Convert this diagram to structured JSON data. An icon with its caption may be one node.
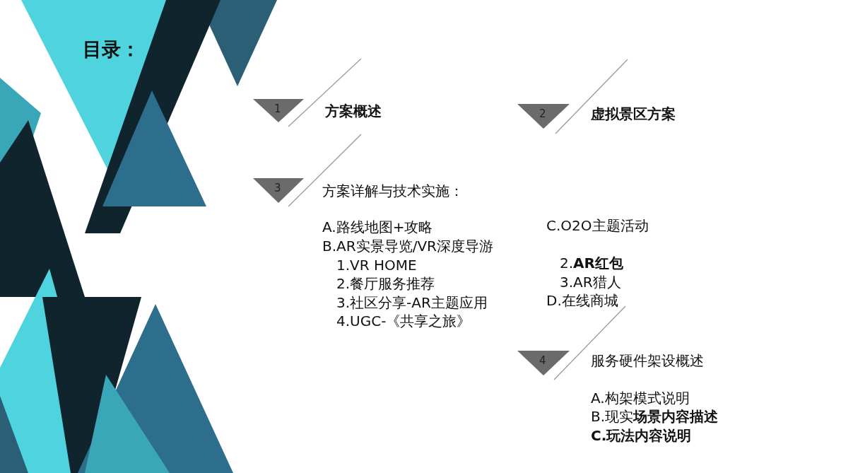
{
  "diagram": {
    "title": "目录：",
    "nodes": [
      {
        "text": [
          "1"
        ],
        "beside": [
          "方案概述"
        ]
      },
      {
        "text": [
          "2"
        ],
        "beside": [
          "虚拟景区方案"
        ]
      },
      {
        "text": [
          "3"
        ],
        "beside": [
          "方案详解与技术实施："
        ]
      },
      {
        "text": [
          "4"
        ],
        "beside": [
          "服务硬件架设概述"
        ]
      }
    ],
    "labels": [
      "A.路线地图+攻略",
      "B.AR实景导览/VR深度导游",
      "1.VR HOME",
      "2.餐厅服务推荐",
      "3.社区分享-AR主题应用",
      "4.UGC-《共享之旅》",
      "C.O2O主题活动",
      "2.**AR红包**",
      "3.AR猎人",
      "D.在线商城",
      "A.构架模式说明",
      "B.现实**场景内容描述**",
      "C.玩法内容说明"
    ]
  }
}
